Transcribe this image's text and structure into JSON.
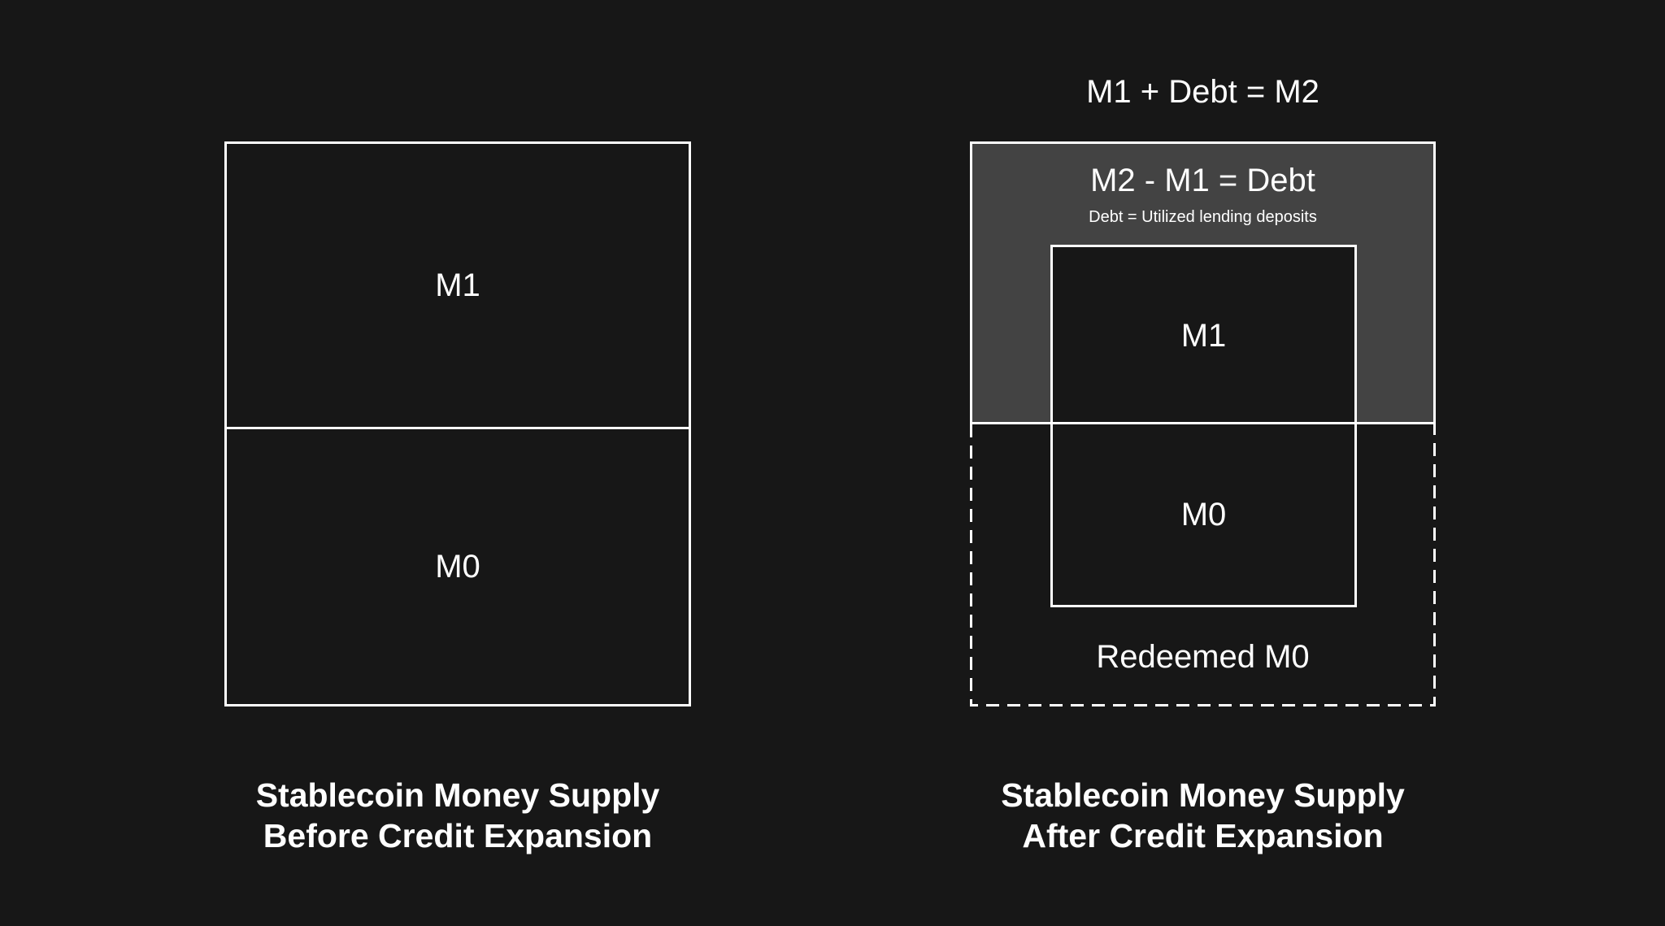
{
  "colors": {
    "background": "#171717",
    "debt_fill": "#434343",
    "line_and_text": "#ffffff"
  },
  "before_figure": {
    "m1_label": "M1",
    "m0_label": "M0",
    "caption_line1": "Stablecoin Money Supply",
    "caption_line2": "Before Credit Expansion"
  },
  "after_figure": {
    "title": "M1 + Debt = M2",
    "debt_heading": "M2 - M1 = Debt",
    "debt_subheading": "Debt = Utilized lending deposits",
    "m1_label": "M1",
    "m0_label": "M0",
    "redeemed_label": "Redeemed M0",
    "caption_line1": "Stablecoin Money Supply",
    "caption_line2": "After Credit Expansion"
  }
}
